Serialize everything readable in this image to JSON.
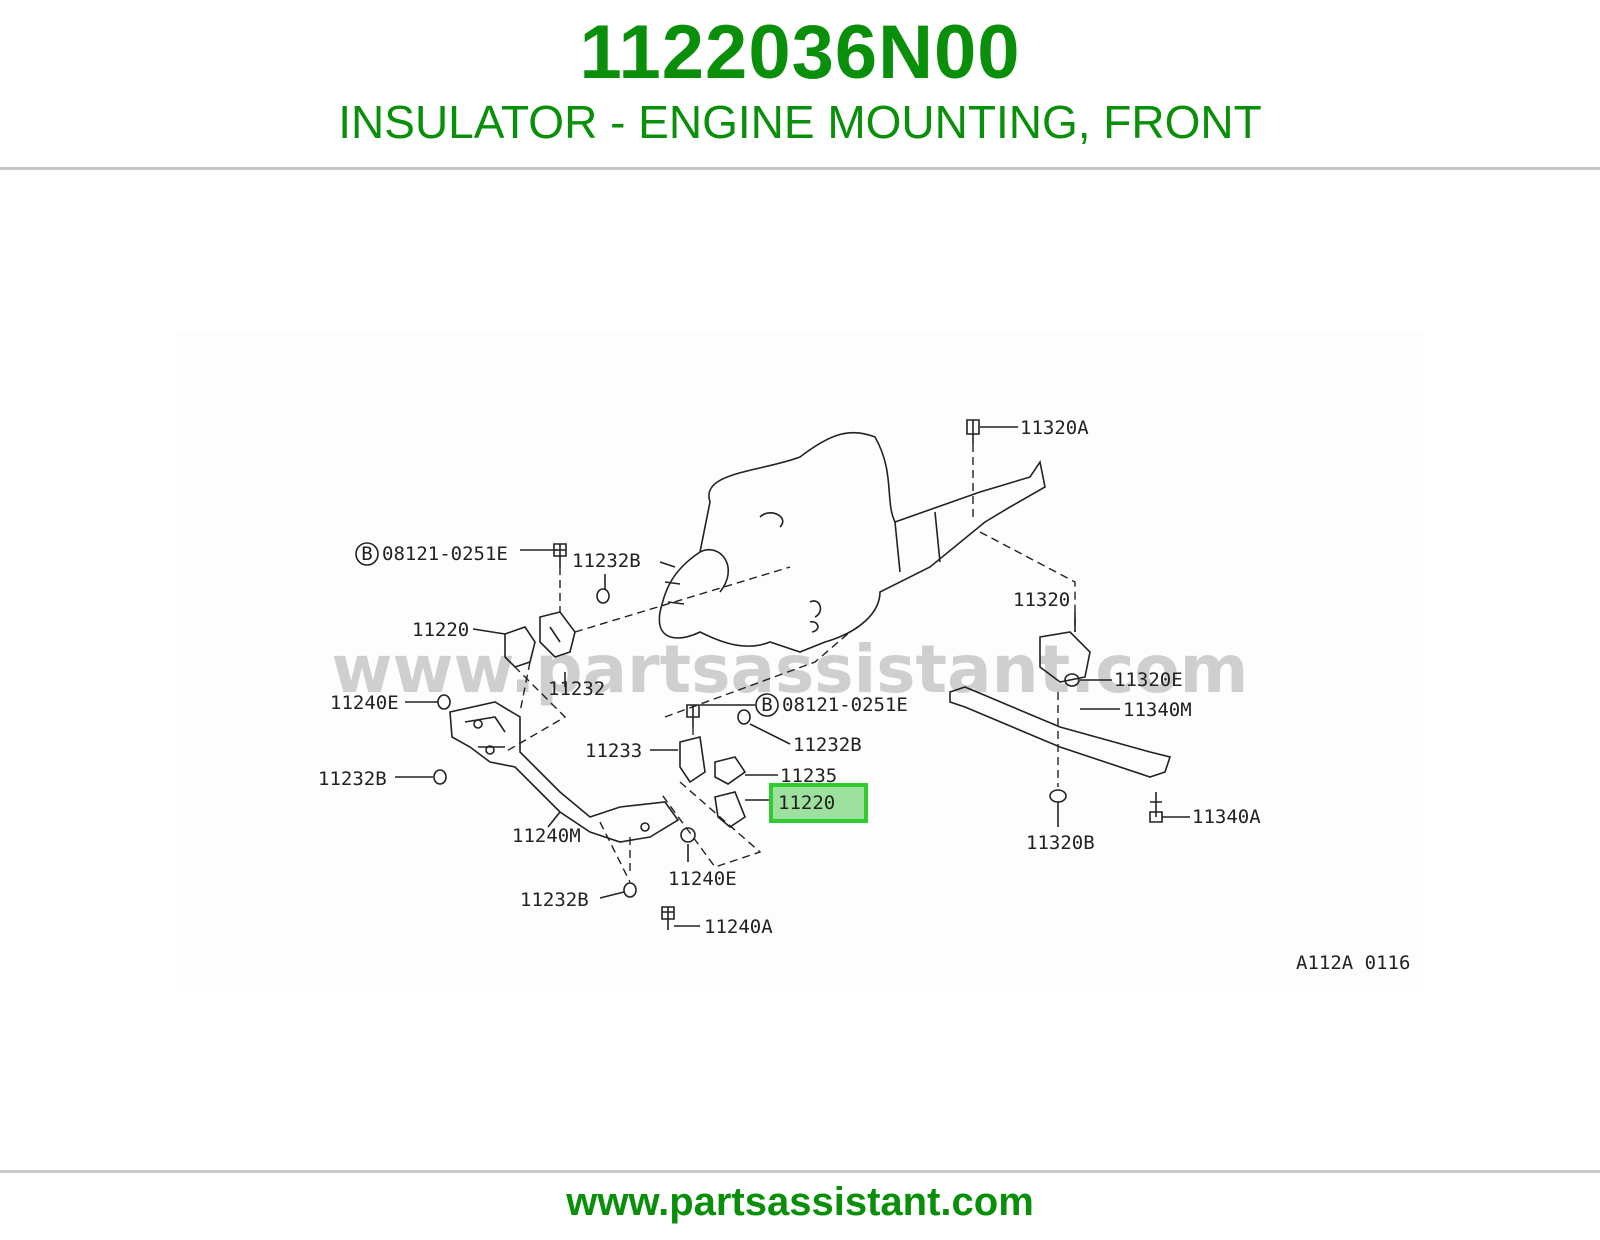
{
  "header": {
    "part_number": "1122036N00",
    "description": "INSULATOR - ENGINE MOUNTING, FRONT"
  },
  "diagram": {
    "watermark": "www.partsassistant.com",
    "figure_code": "A112A 0116",
    "callouts": {
      "bolt_top_left": "08121-0251E",
      "bolt_top_left_prefix": "B",
      "nut_top_left": "11232B",
      "insulator_left": "11220",
      "bracket_left": "11232",
      "stopper_left_top": "11240E",
      "nut_left_mid": "11232B",
      "crossmember_front": "11240M",
      "nut_bottom_left": "11232B",
      "bolt_bottom": "11240A",
      "stopper_bottom": "11240E",
      "bracket_right": "11233",
      "bolt_right": "08121-0251E",
      "bolt_right_prefix": "B",
      "nut_right": "11232B",
      "heat_shield": "11235",
      "insulator_highlighted": "11220",
      "bolt_rear_top": "11320A",
      "insulator_rear": "11320",
      "nut_rear": "11320E",
      "member_rear": "11340M",
      "nut_rear_bottom": "11320B",
      "bolt_rear_member": "11340A"
    },
    "highlight_color": "#2ecc2e"
  },
  "footer": {
    "url": "www.partsassistant.com"
  },
  "colors": {
    "brand_green": "#0a8f0a",
    "divider": "#c8c8c8"
  }
}
